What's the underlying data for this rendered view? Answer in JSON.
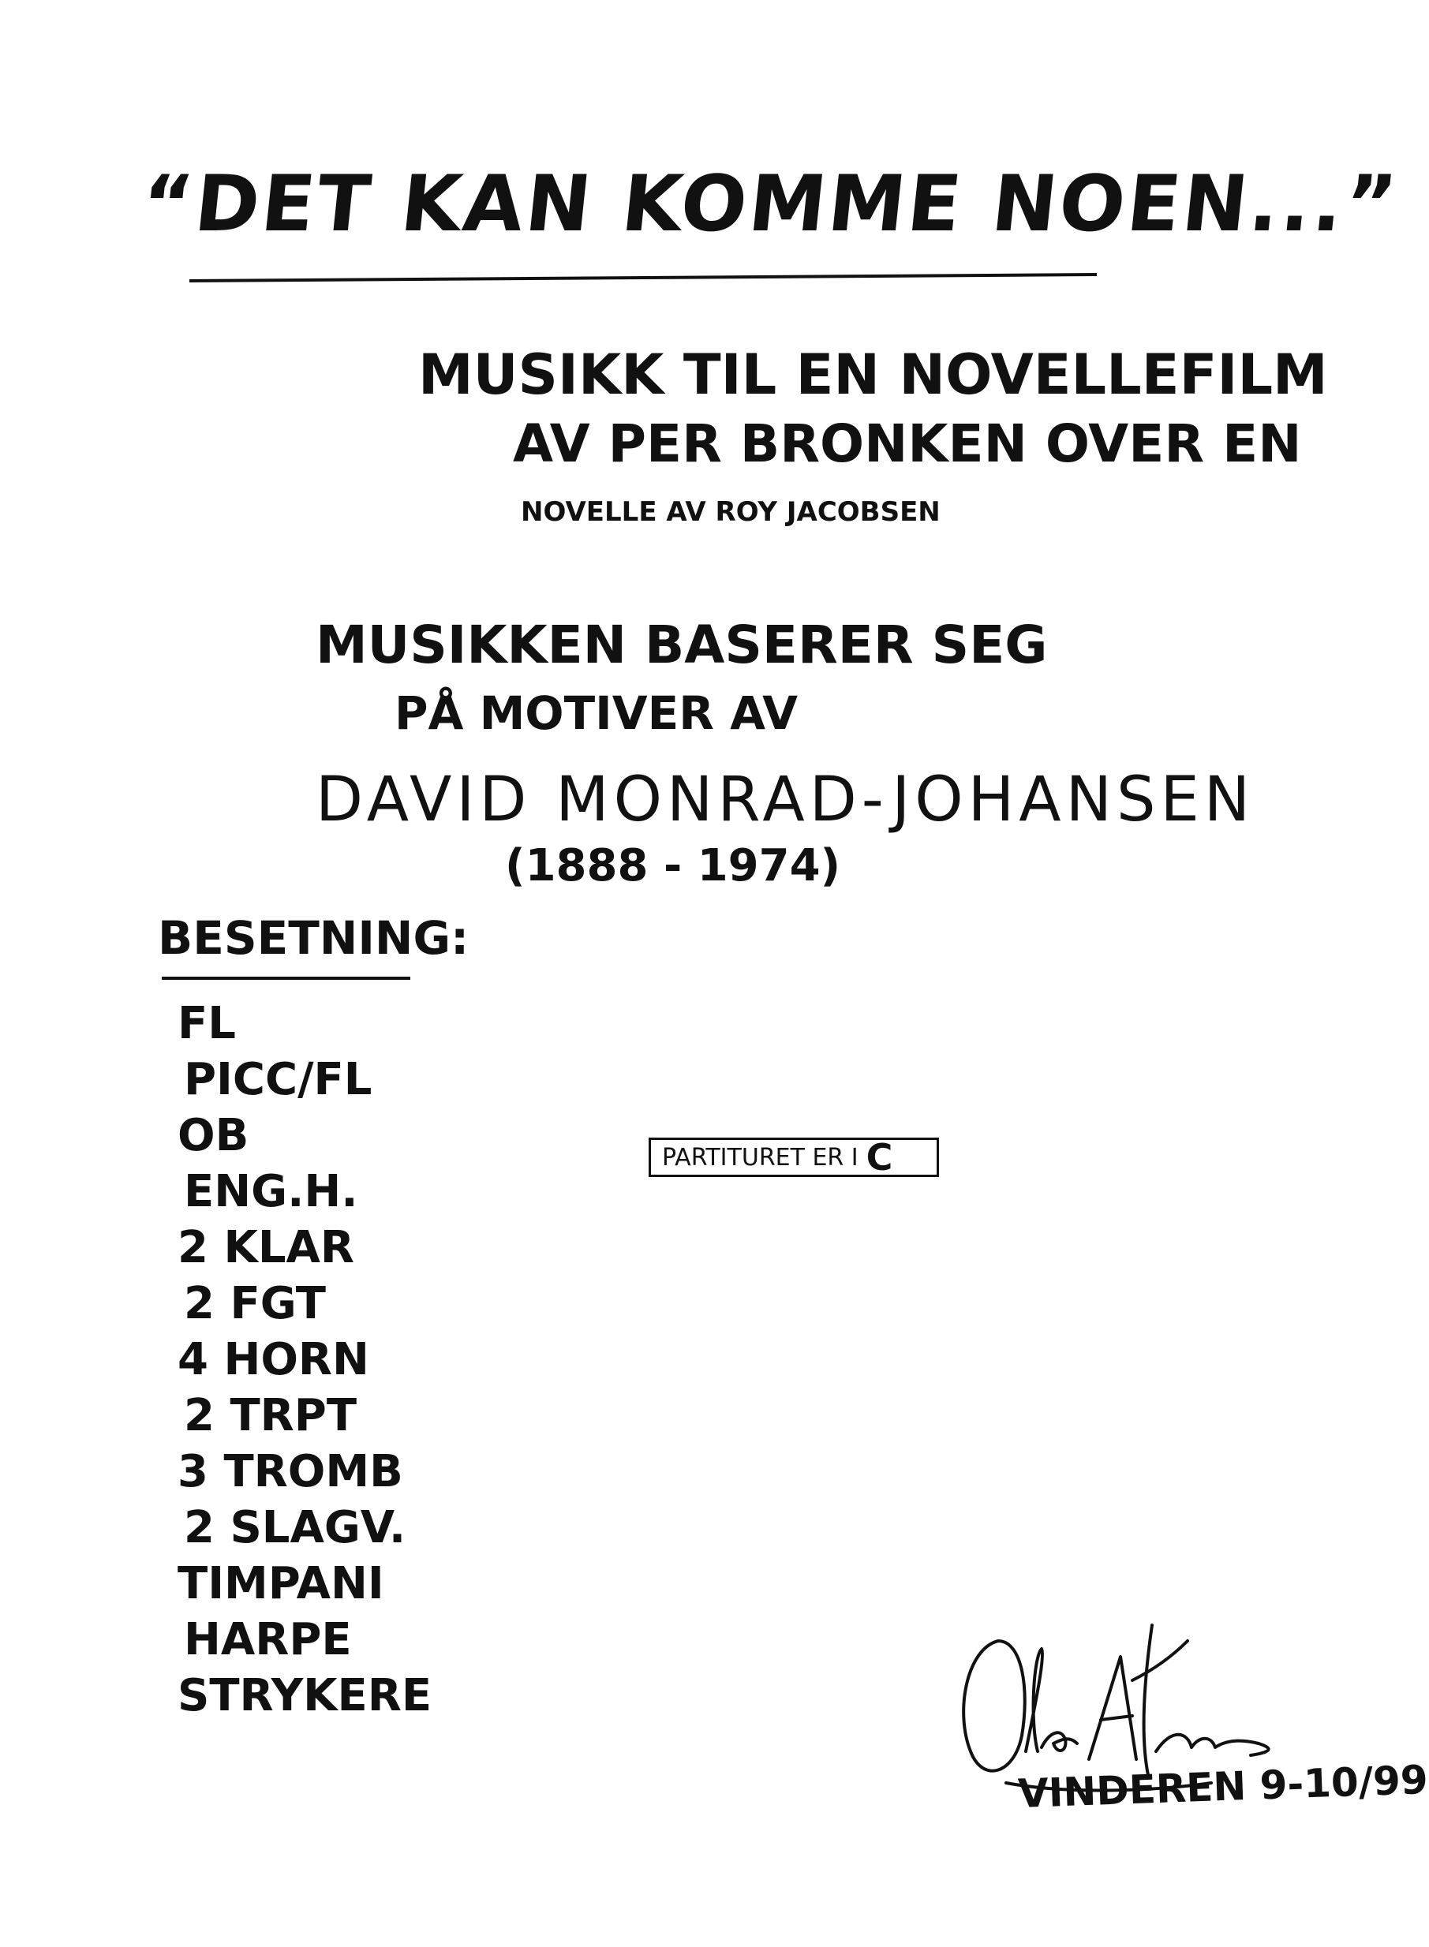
{
  "title": "“Det Kan Komme Noen...”",
  "subtitle": {
    "line1": "Musikk til en Novellefilm",
    "line2": "av Per Bronken over en",
    "line3": "Novelle av Roy Jacobsen"
  },
  "basis": {
    "line1": "Musikken Baserer seg",
    "line2": "på Motiver av",
    "composer": "David Monrad-Johansen",
    "years": "(1888 - 1974)"
  },
  "besetning": {
    "heading": "Besetning:",
    "instruments": [
      "Fl",
      "Picc/Fl",
      "Ob",
      "Eng.H.",
      "2 Klar",
      "2 Fgt",
      "4 Horn",
      "2 Trpt",
      "3 Tromb",
      "2 Slagv.",
      "Timpani",
      "Harpe",
      "Strykere"
    ]
  },
  "score_note": {
    "text": "Partituret er i",
    "key": "C"
  },
  "signature": {
    "text": "Olav Anton Thommessen"
  },
  "place_date": "Vinderen 9-10/99"
}
